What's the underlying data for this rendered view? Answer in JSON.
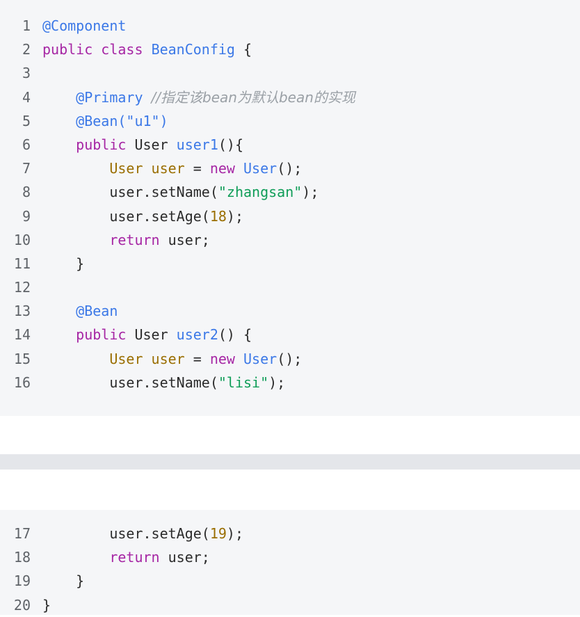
{
  "block_a": {
    "lines": [
      {
        "no": "1",
        "tokens": [
          {
            "t": "@Component",
            "c": "ann"
          }
        ]
      },
      {
        "no": "2",
        "tokens": [
          {
            "t": "public",
            "c": "kw"
          },
          {
            "t": " "
          },
          {
            "t": "class",
            "c": "kw"
          },
          {
            "t": " "
          },
          {
            "t": "BeanConfig",
            "c": "cls"
          },
          {
            "t": " {"
          }
        ]
      },
      {
        "no": "3",
        "tokens": []
      },
      {
        "no": "4",
        "tokens": [
          {
            "t": "    "
          },
          {
            "t": "@Primary",
            "c": "ann"
          },
          {
            "t": " "
          },
          {
            "t": "//指定该bean为默认bean的实现",
            "c": "cmt"
          }
        ]
      },
      {
        "no": "5",
        "tokens": [
          {
            "t": "    "
          },
          {
            "t": "@Bean(\"u1\")",
            "c": "ann"
          }
        ]
      },
      {
        "no": "6",
        "tokens": [
          {
            "t": "    "
          },
          {
            "t": "public",
            "c": "kw"
          },
          {
            "t": " User "
          },
          {
            "t": "user1",
            "c": "fn"
          },
          {
            "t": "(){"
          }
        ]
      },
      {
        "no": "7",
        "tokens": [
          {
            "t": "        "
          },
          {
            "t": "User",
            "c": "typ"
          },
          {
            "t": " "
          },
          {
            "t": "user",
            "c": "var"
          },
          {
            "t": " = "
          },
          {
            "t": "new",
            "c": "kw"
          },
          {
            "t": " "
          },
          {
            "t": "User",
            "c": "cls"
          },
          {
            "t": "();"
          }
        ]
      },
      {
        "no": "8",
        "tokens": [
          {
            "t": "        user.setName("
          },
          {
            "t": "\"zhangsan\"",
            "c": "str"
          },
          {
            "t": ");"
          }
        ]
      },
      {
        "no": "9",
        "tokens": [
          {
            "t": "        user.setAge("
          },
          {
            "t": "18",
            "c": "num"
          },
          {
            "t": ");"
          }
        ]
      },
      {
        "no": "10",
        "tokens": [
          {
            "t": "        "
          },
          {
            "t": "return",
            "c": "kw"
          },
          {
            "t": " user;"
          }
        ]
      },
      {
        "no": "11",
        "tokens": [
          {
            "t": "    }"
          }
        ]
      },
      {
        "no": "12",
        "tokens": []
      },
      {
        "no": "13",
        "tokens": [
          {
            "t": "    "
          },
          {
            "t": "@Bean",
            "c": "ann"
          }
        ]
      },
      {
        "no": "14",
        "tokens": [
          {
            "t": "    "
          },
          {
            "t": "public",
            "c": "kw"
          },
          {
            "t": " User "
          },
          {
            "t": "user2",
            "c": "fn"
          },
          {
            "t": "() {"
          }
        ]
      },
      {
        "no": "15",
        "tokens": [
          {
            "t": "        "
          },
          {
            "t": "User",
            "c": "typ"
          },
          {
            "t": " "
          },
          {
            "t": "user",
            "c": "var"
          },
          {
            "t": " = "
          },
          {
            "t": "new",
            "c": "kw"
          },
          {
            "t": " "
          },
          {
            "t": "User",
            "c": "cls"
          },
          {
            "t": "();"
          }
        ]
      },
      {
        "no": "16",
        "tokens": [
          {
            "t": "        user.setName("
          },
          {
            "t": "\"lisi\"",
            "c": "str"
          },
          {
            "t": ");"
          }
        ]
      }
    ]
  },
  "block_b": {
    "lines": [
      {
        "no": "17",
        "tokens": [
          {
            "t": "        user.setAge("
          },
          {
            "t": "19",
            "c": "num"
          },
          {
            "t": ");"
          }
        ]
      },
      {
        "no": "18",
        "tokens": [
          {
            "t": "        "
          },
          {
            "t": "return",
            "c": "kw"
          },
          {
            "t": " user;"
          }
        ]
      },
      {
        "no": "19",
        "tokens": [
          {
            "t": "    }"
          }
        ]
      },
      {
        "no": "20",
        "tokens": [
          {
            "t": "}"
          }
        ]
      }
    ]
  },
  "colors": {
    "annotation": "#3b78e7",
    "keyword": "#a626a4",
    "class": "#3b78e7",
    "type": "#9a6e00",
    "string": "#0f9d58",
    "number": "#9a6e00",
    "comment": "#9aa0a6",
    "code_background": "#f5f6f8",
    "divider": "#e4e6ea"
  }
}
